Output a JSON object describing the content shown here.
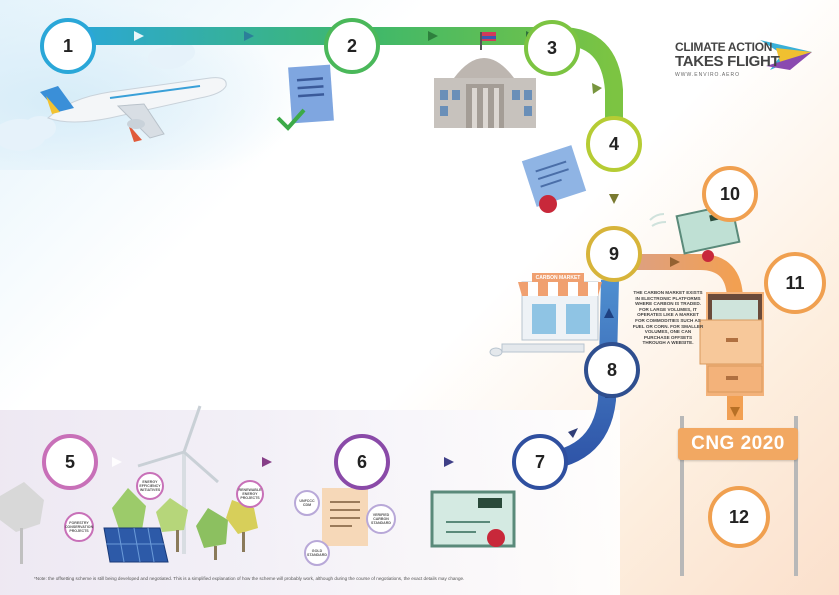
{
  "steps": [
    "1",
    "2",
    "3",
    "4",
    "5",
    "6",
    "7",
    "8",
    "9",
    "10",
    "11",
    "12"
  ],
  "logo": {
    "line1": "CLIMATE ACTION",
    "line2": "TAKES FLIGHT",
    "url": "WWW.ENVIRO.AERO"
  },
  "market": {
    "store_sign": "CARBON MARKET",
    "description": "THE CARBON MARKET EXISTS IN ELECTRONIC PLATFORMS WHERE CARBON IS TRADED. FOR LARGE VOLUMES, IT OPERATES LIKE A MARKET FOR COMMODITIES SUCH AS FUEL OR CORN. FOR SMALLER VOLUMES, ONE CAN PURCHASE OFFSETS THROUGH A WEBSITE."
  },
  "project_labels": {
    "energy_efficiency": "ENERGY EFFICIENCY INITIATIVES",
    "forestry": "FORESTRY CONSERVATION PROJECTS",
    "renewable": "RENEWABLE ENERGY PROJECTS"
  },
  "standards": {
    "unfccc": "UNFCCC CDM",
    "verified": "VERIFIED CARBON STANDARD",
    "gold": "GOLD STANDARD"
  },
  "sign": "CNG 2020",
  "footnote": "*Note: the offsetting scheme is still being developed and negotiated. This is a simplified explanation of how the scheme will probably work, although during the course of negotiations, the exact details may change.",
  "colors": {
    "path_top_start": "#2aa7d8",
    "path_top_mid": "#45b860",
    "path_right": "#a8c83a",
    "path_down": "#4f8fd0",
    "path_bottom_start": "#d07ac4",
    "path_bottom_end": "#2f4f9f",
    "path_orange": "#f0a050"
  }
}
